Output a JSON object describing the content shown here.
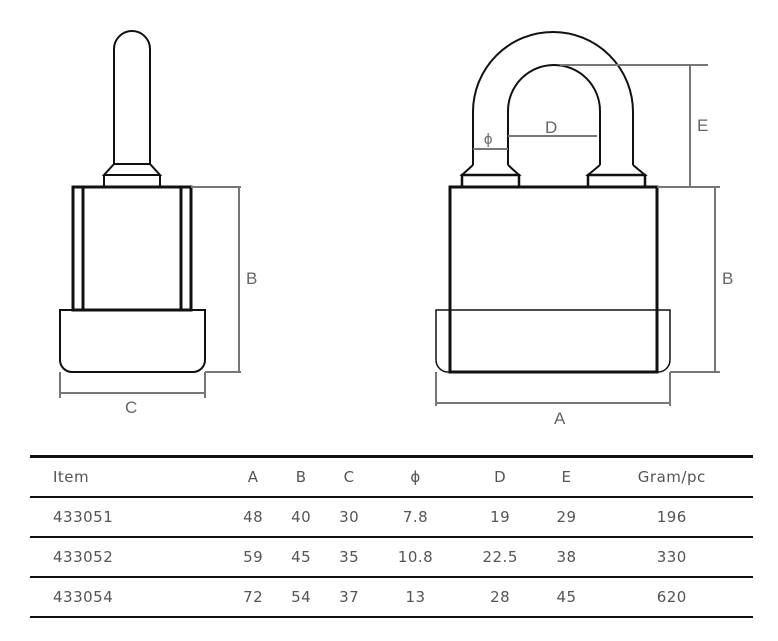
{
  "drawing": {
    "labels": {
      "A": "A",
      "B_side": "B",
      "B_front": "B",
      "C": "C",
      "D": "D",
      "E": "E",
      "phi": "ϕ"
    }
  },
  "table": {
    "headers": [
      "Item",
      "A",
      "B",
      "C",
      "ϕ",
      "D",
      "E",
      "Gram/pc"
    ],
    "rows": [
      [
        "433051",
        "48",
        "40",
        "30",
        "7.8",
        "19",
        "29",
        "196"
      ],
      [
        "433052",
        "59",
        "45",
        "35",
        "10.8",
        "22.5",
        "38",
        "330"
      ],
      [
        "433054",
        "72",
        "54",
        "37",
        "13",
        "28",
        "45",
        "620"
      ]
    ]
  }
}
